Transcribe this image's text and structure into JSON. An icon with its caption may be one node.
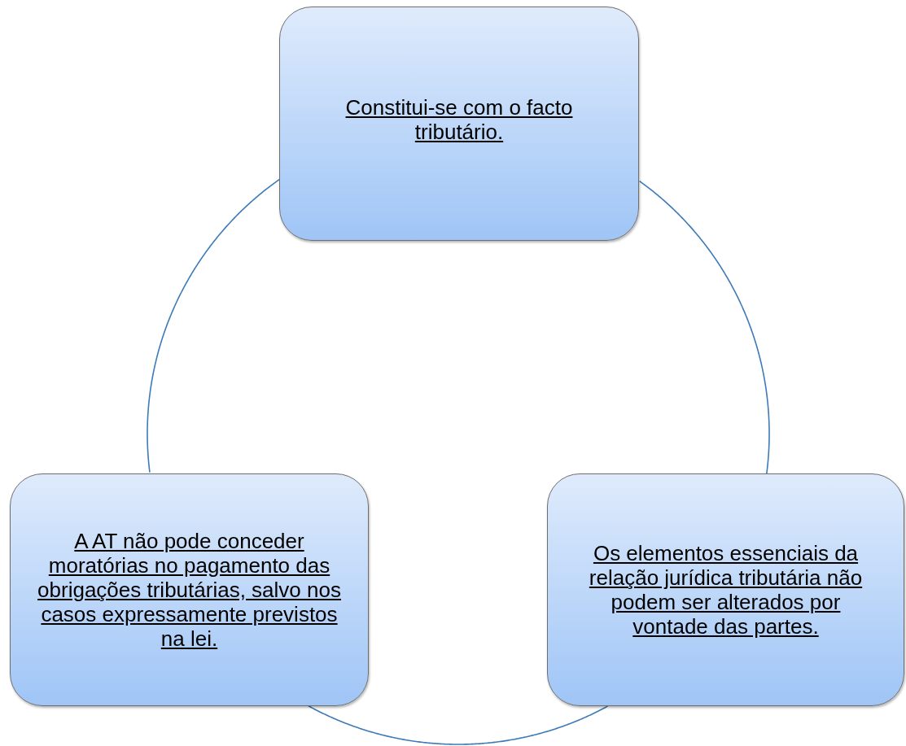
{
  "diagram": {
    "nodes": [
      {
        "text": [
          "Constitui-se com o facto tributário."
        ]
      },
      {
        "text": [
          "A AT não pode conceder moratórias no pagamento das obrigações tributárias, salvo nos casos expressamente previstos na lei."
        ]
      },
      {
        "text": [
          "Os elementos essenciais da relação jurídica tributária não podem ser alterados por vontade das partes."
        ]
      }
    ],
    "edges": [
      {
        "from": 0,
        "to": 2,
        "arrow": "none"
      },
      {
        "from": 2,
        "to": 1,
        "arrow": "none"
      },
      {
        "from": 1,
        "to": 0,
        "arrow": "none"
      }
    ]
  }
}
